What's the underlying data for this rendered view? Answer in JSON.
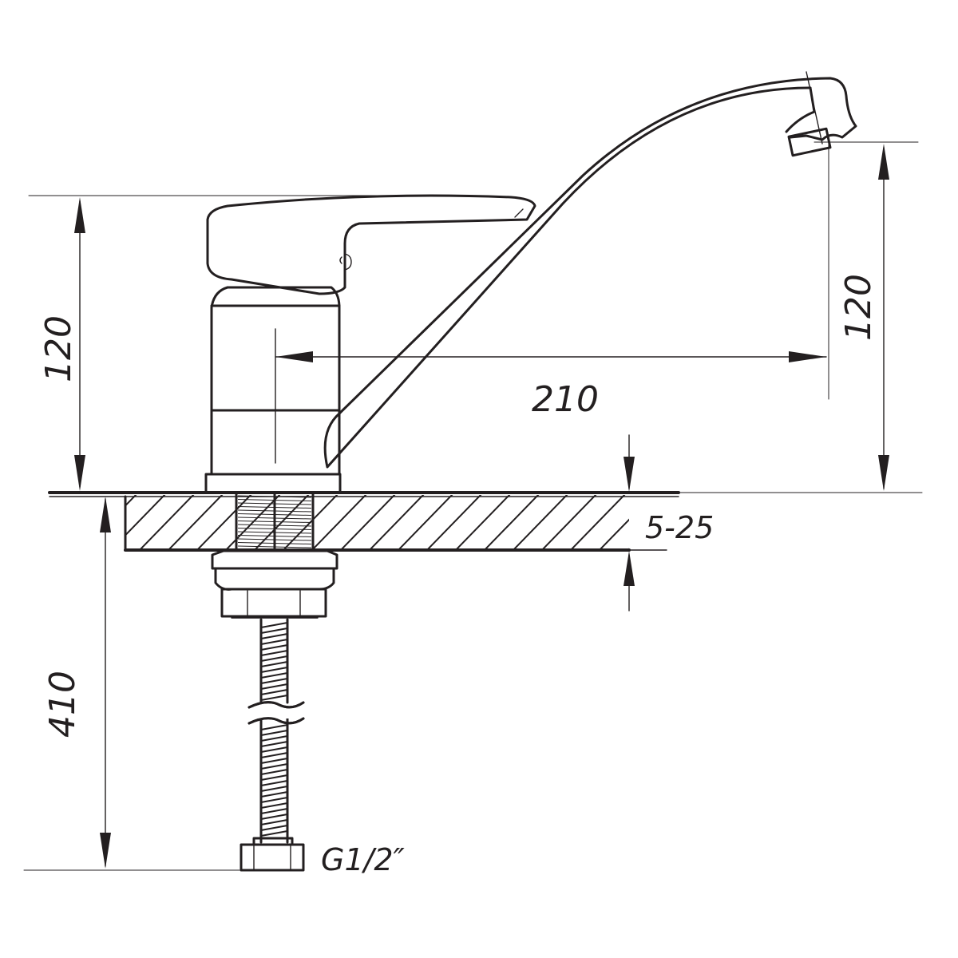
{
  "drawing": {
    "colors": {
      "line": "#231f20",
      "background": "#ffffff"
    },
    "dimensions": {
      "handle_height": "120",
      "spout_height": "120",
      "spout_reach": "210",
      "countertop_thickness": "5-25",
      "hose_length": "410",
      "thread_size": "G1/2″"
    }
  }
}
